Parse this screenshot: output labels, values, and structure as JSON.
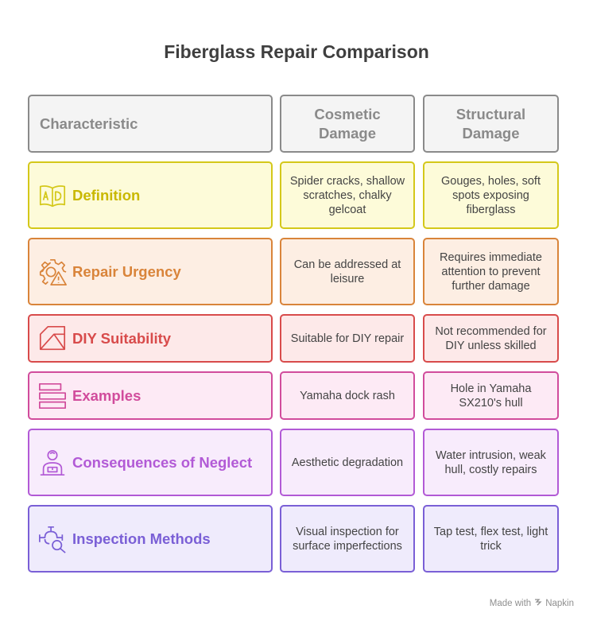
{
  "title": "Fiberglass Repair Comparison",
  "headers": {
    "characteristic": "Characteristic",
    "cosmetic": "Cosmetic Damage",
    "structural": "Structural Damage"
  },
  "rows": [
    {
      "label": "Definition",
      "icon": "book-ad-icon",
      "cosmetic": "Spider cracks, shallow scratches, chalky gelcoat",
      "structural": "Gouges, holes, soft spots exposing fiberglass",
      "accent": "#d4c81a",
      "fill": "#fdfbd9",
      "text": "#c9b800"
    },
    {
      "label": "Repair Urgency",
      "icon": "gear-warning-icon",
      "cosmetic": "Can be addressed at leisure",
      "structural": "Requires immediate attention to prevent further damage",
      "accent": "#d9843a",
      "fill": "#fdeee3",
      "text": "#d9843a"
    },
    {
      "label": "DIY Suitability",
      "icon": "eraser-icon",
      "cosmetic": "Suitable for DIY repair",
      "structural": "Not recommended for DIY unless skilled",
      "accent": "#d84b4b",
      "fill": "#fde9e9",
      "text": "#d84b4b"
    },
    {
      "label": "Examples",
      "icon": "list-blocks-icon",
      "cosmetic": "Yamaha dock rash",
      "structural": "Hole in Yamaha SX210's hull",
      "accent": "#d14c9c",
      "fill": "#fdeaf5",
      "text": "#d14c9c"
    },
    {
      "label": "Consequences of Neglect",
      "icon": "person-warning-icon",
      "cosmetic": "Aesthetic degradation",
      "structural": "Water intrusion, weak hull, costly repairs",
      "accent": "#b25ad6",
      "fill": "#f8ecfc",
      "text": "#b25ad6"
    },
    {
      "label": "Inspection Methods",
      "icon": "pipe-magnifier-icon",
      "cosmetic": "Visual inspection for surface imperfections",
      "structural": "Tap test, flex test, light trick",
      "accent": "#7a5fd6",
      "fill": "#efebfc",
      "text": "#7a5fd6"
    }
  ],
  "footer": {
    "made_with": "Made with",
    "brand": "Napkin"
  }
}
